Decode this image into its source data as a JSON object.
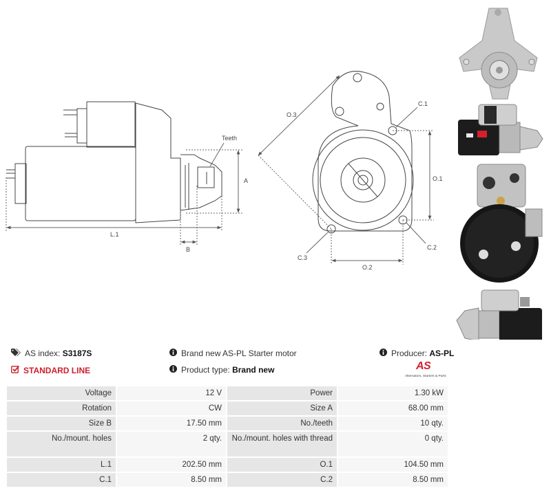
{
  "drawing": {
    "side_labels": {
      "teeth": "Teeth",
      "a": "A",
      "b": "B",
      "l1": "L.1"
    },
    "front_labels": {
      "o3": "O.3",
      "c1": "C.1",
      "o1": "O.1",
      "c2": "C.2",
      "o2": "O.2",
      "c3": "C.3"
    }
  },
  "info": {
    "as_index_label": "AS index:",
    "as_index_value": "S3187S",
    "standard_line": "STANDARD LINE",
    "brand_text": "Brand new AS-PL Starter motor",
    "product_type_label": "Product type:",
    "product_type_value": "Brand new",
    "producer_label": "Producer:",
    "producer_value": "AS-PL"
  },
  "logo": {
    "word": "AS",
    "tagline": "Alternators, Starters & Parts",
    "accent": "#d4202c"
  },
  "specs": [
    {
      "l1": "Voltage",
      "v1": "12 V",
      "l2": "Power",
      "v2": "1.30 kW"
    },
    {
      "l1": "Rotation",
      "v1": "CW",
      "l2": "Size A",
      "v2": "68.00 mm"
    },
    {
      "l1": "Size B",
      "v1": "17.50 mm",
      "l2": "No./teeth",
      "v2": "10 qty."
    },
    {
      "l1": "No./mount. holes",
      "v1": "2 qty.",
      "l2": "No./mount. holes with thread",
      "v2": "0 qty."
    },
    {
      "l1": "L.1",
      "v1": "202.50 mm",
      "l2": "O.1",
      "v2": "104.50 mm"
    },
    {
      "l1": "C.1",
      "v1": "8.50 mm",
      "l2": "C.2",
      "v2": "8.50 mm"
    }
  ]
}
